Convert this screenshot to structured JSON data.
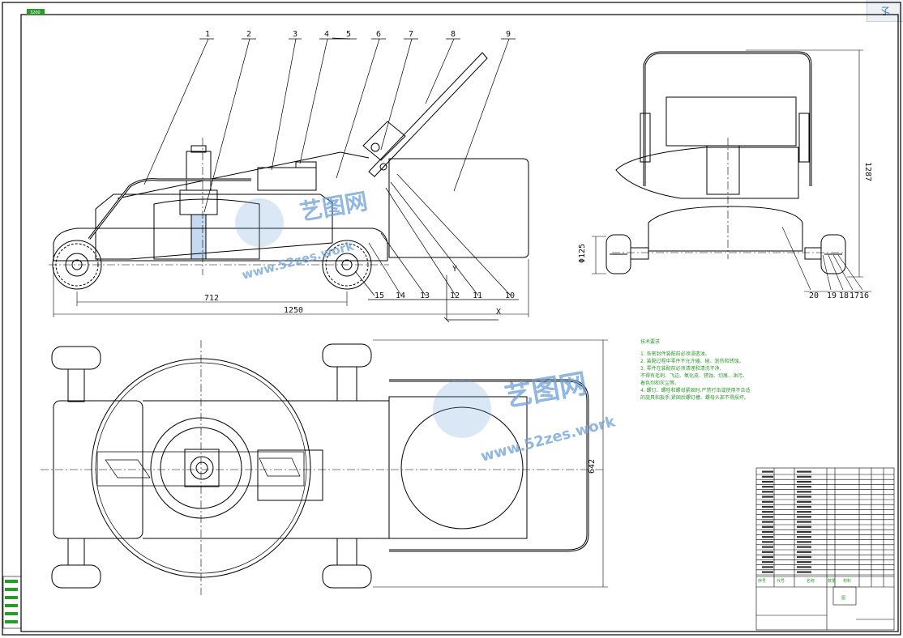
{
  "sheet": {
    "corner_tab": "孓",
    "top_tag": "3200",
    "watermark_cn": "艺图网",
    "watermark_url": "www.52zes.work"
  },
  "side_view": {
    "part_labels": [
      "1",
      "2",
      "3",
      "4",
      "5",
      "6",
      "7",
      "8",
      "9",
      "10",
      "11",
      "12",
      "13",
      "14",
      "15"
    ],
    "dim_712": "712",
    "dim_1250": "1250",
    "axis_y": "Y",
    "axis_x": "X"
  },
  "rear_view": {
    "part_labels": [
      "20",
      "19",
      "18",
      "17",
      "16"
    ],
    "dim_height": "1287",
    "dim_wheel": "Φ125"
  },
  "top_view": {
    "dim_width": "642"
  },
  "notes": {
    "title": "技术要求",
    "lines": [
      "1. 各密封件装配前必须浸透油。",
      "2. 装配过程中零件不允许磕、碰、划伤和锈蚀。",
      "3. 零件在装配前必须清理和清洗干净,",
      "不得有毛刺、飞边、氧化皮、锈蚀、切屑、油污、",
      "着色剂和灰尘等。",
      "4. 螺钉、螺栓和螺母紧固时,严禁打击或使用不合适",
      "的旋具和扳手,紧固后螺钉槽、螺母头部不得损坏。"
    ]
  },
  "title_block": {
    "col_headers": [
      "序号",
      "代号",
      "名称",
      "数量",
      "材料"
    ],
    "mark": "图"
  }
}
